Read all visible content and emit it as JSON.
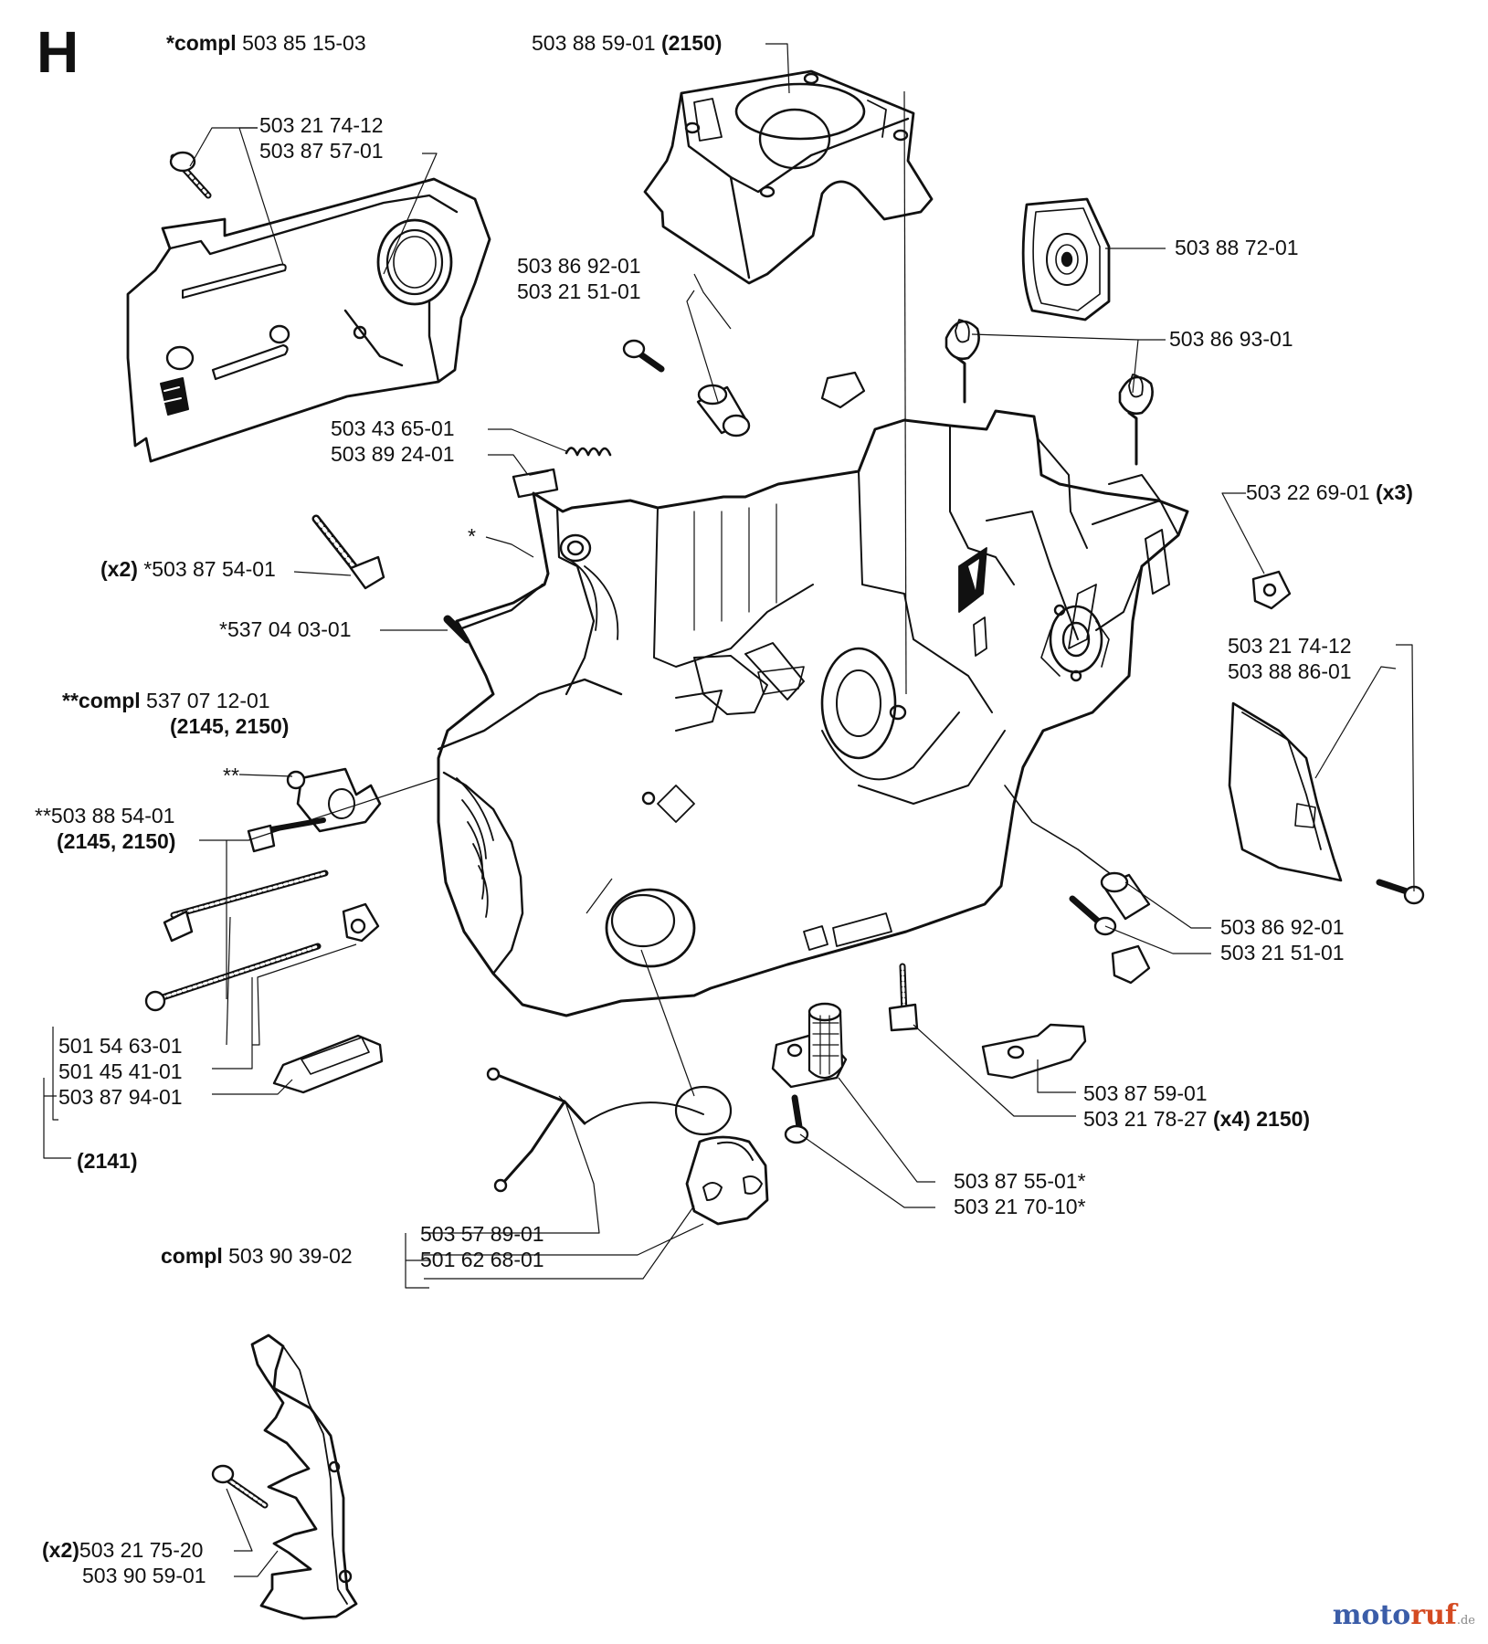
{
  "section_letter": "H",
  "watermark": {
    "brand_a": "moto",
    "brand_b": "ruf",
    "brand_c": "",
    "tld": ".de"
  },
  "labels": [
    {
      "id": "L1",
      "pre": "",
      "bold": "*compl",
      "rest": " 503 85 15-03"
    },
    {
      "id": "L2",
      "pre": "",
      "bold": "",
      "rest": "503 88 59-01 ",
      "bold2": "(2150)"
    },
    {
      "id": "L3",
      "pre": "",
      "bold": "",
      "rest": "503 21 74-12"
    },
    {
      "id": "L4",
      "pre": "",
      "bold": "",
      "rest": "503 87 57-01"
    },
    {
      "id": "L5",
      "pre": "",
      "bold": "",
      "rest": "503 88 72-01"
    },
    {
      "id": "L6",
      "pre": "",
      "bold": "",
      "rest": "503 86 92-01"
    },
    {
      "id": "L7",
      "pre": "",
      "bold": "",
      "rest": "503 21 51-01"
    },
    {
      "id": "L8",
      "pre": "",
      "bold": "",
      "rest": "503 86 93-01"
    },
    {
      "id": "L9",
      "pre": "",
      "bold": "",
      "rest": "503 43 65-01"
    },
    {
      "id": "L10",
      "pre": "",
      "bold": "",
      "rest": "503 89 24-01"
    },
    {
      "id": "L11",
      "pre": "",
      "bold": "",
      "rest": "503 22 69-01 ",
      "bold2": "(x3)"
    },
    {
      "id": "L12",
      "pre": "",
      "bold": "",
      "rest": "*"
    },
    {
      "id": "L13",
      "pre": "",
      "bold": "(x2)",
      "rest": " *503 87 54-01"
    },
    {
      "id": "L14",
      "pre": "",
      "bold": "",
      "rest": "*537 04 03-01"
    },
    {
      "id": "L15",
      "pre": "",
      "bold": "",
      "rest": "503 21 74-12"
    },
    {
      "id": "L16",
      "pre": "",
      "bold": "",
      "rest": "503 88 86-01"
    },
    {
      "id": "L17",
      "pre": "",
      "bold": "**compl",
      "rest": " 537 07 12-01"
    },
    {
      "id": "L18",
      "pre": "",
      "bold": "(2145, 2150)",
      "rest": ""
    },
    {
      "id": "L19",
      "pre": "",
      "bold": "",
      "rest": "**"
    },
    {
      "id": "L20",
      "pre": "",
      "bold": "",
      "rest": "**503 88 54-01"
    },
    {
      "id": "L21",
      "pre": "",
      "bold": "(2145, 2150)",
      "rest": ""
    },
    {
      "id": "L22",
      "pre": "",
      "bold": "",
      "rest": "503 86 92-01"
    },
    {
      "id": "L23",
      "pre": "",
      "bold": "",
      "rest": "503 21 51-01"
    },
    {
      "id": "L24",
      "pre": "",
      "bold": "",
      "rest": "501 54 63-01"
    },
    {
      "id": "L25",
      "pre": "",
      "bold": "",
      "rest": "501 45 41-01"
    },
    {
      "id": "L26",
      "pre": "",
      "bold": "",
      "rest": "503 87 94-01"
    },
    {
      "id": "L27",
      "pre": "",
      "bold": "",
      "rest": "503 87 59-01"
    },
    {
      "id": "L28",
      "pre": "",
      "bold": "",
      "rest": "503 21 78-27 ",
      "bold2": "(x4) 2150)"
    },
    {
      "id": "L29",
      "pre": "",
      "bold": "(2141)",
      "rest": ""
    },
    {
      "id": "L30",
      "pre": "",
      "bold": "",
      "rest": "503 87 55-01*"
    },
    {
      "id": "L31",
      "pre": "",
      "bold": "",
      "rest": "503 21 70-10*"
    },
    {
      "id": "L32",
      "pre": "",
      "bold": "",
      "rest": "503 57 89-01"
    },
    {
      "id": "L33",
      "pre": "",
      "bold": "compl",
      "rest": " 503 90 39-02"
    },
    {
      "id": "L34",
      "pre": "",
      "bold": "",
      "rest": "501 62 68-01"
    },
    {
      "id": "L35",
      "pre": "",
      "bold": "(x2)",
      "rest": "503 21 75-20"
    },
    {
      "id": "L36",
      "pre": "",
      "bold": "",
      "rest": "503 90 59-01"
    }
  ]
}
